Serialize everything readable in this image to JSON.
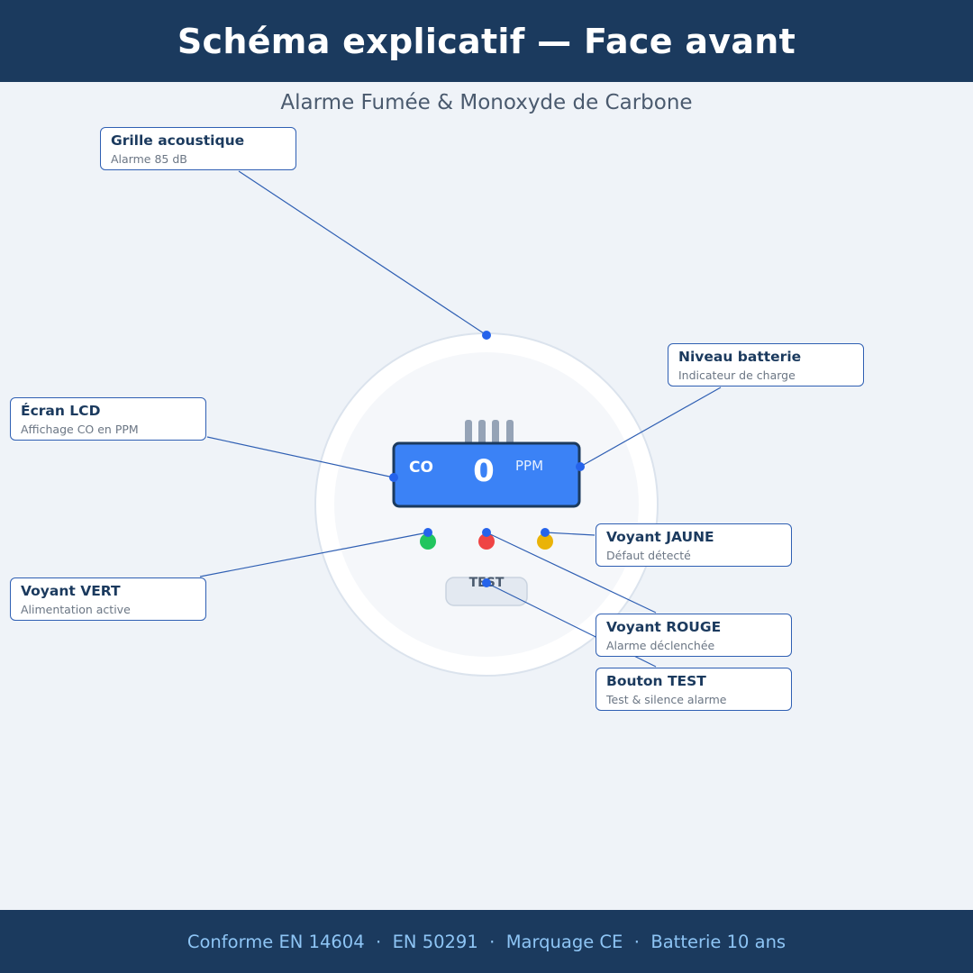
{
  "header": {
    "title": "Schéma explicatif — Face avant"
  },
  "subtitle": "Alarme Fumée & Monoxyde de Carbone",
  "display": {
    "gas": "CO",
    "value": "0",
    "unit": "PPM"
  },
  "test_button": {
    "label": "TEST"
  },
  "leds": [
    {
      "name": "vert",
      "color": "#22c55e"
    },
    {
      "name": "rouge",
      "color": "#ef4444"
    },
    {
      "name": "jaune",
      "color": "#eab308"
    }
  ],
  "callouts": {
    "grille": {
      "title": "Grille acoustique",
      "subtitle": "Alarme 85 dB"
    },
    "batterie": {
      "title": "Niveau batterie",
      "subtitle": "Indicateur de charge"
    },
    "ecran": {
      "title": "Écran LCD",
      "subtitle": "Affichage CO en PPM"
    },
    "jaune": {
      "title": "Voyant JAUNE",
      "subtitle": "Défaut détecté"
    },
    "vert": {
      "title": "Voyant VERT",
      "subtitle": "Alimentation active"
    },
    "rouge": {
      "title": "Voyant ROUGE",
      "subtitle": "Alarme déclenchée"
    },
    "test": {
      "title": "Bouton TEST",
      "subtitle": "Test & silence alarme"
    }
  },
  "footer": {
    "text": "Conforme EN 14604  ·  EN 50291  ·  Marquage CE  ·  Batterie 10 ans"
  },
  "colors": {
    "header_bg": "#1b3a5e",
    "accent": "#2f5fb3",
    "lcd": "#3b82f6",
    "footer_text": "#8ec5f5"
  }
}
